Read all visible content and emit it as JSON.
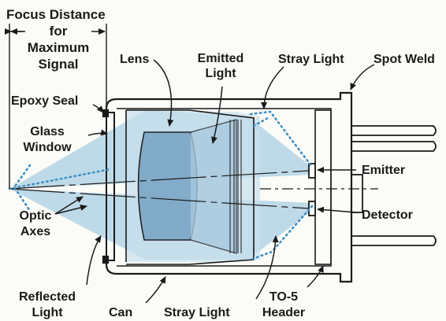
{
  "labels": {
    "focus_line1": "Focus Distance",
    "focus_line2": "for",
    "focus_line3": "Maximum",
    "focus_line4": "Signal",
    "lens": "Lens",
    "emitted_line1": "Emitted",
    "emitted_line2": "Light",
    "stray_top": "Stray Light",
    "spot_weld": "Spot Weld",
    "epoxy_seal": "Epoxy Seal",
    "glass_line1": "Glass",
    "glass_line2": "Window",
    "emitter": "Emitter",
    "optic_line1": "Optic",
    "optic_line2": "Axes",
    "detector": "Detector",
    "reflected_line1": "Reflected",
    "reflected_line2": "Light",
    "can": "Can",
    "stray_bottom": "Stray Light",
    "to5_line1": "TO-5",
    "to5_line2": "Header"
  },
  "colors": {
    "beam": "#b3d3e6",
    "lens": "#7fa9c8",
    "dots": "#3f8fc2",
    "ink": "#1a1a1a",
    "background": "#fbfbf7"
  }
}
